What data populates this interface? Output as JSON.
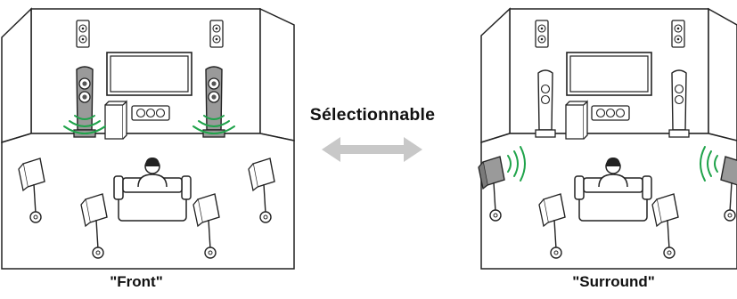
{
  "labels": {
    "front": "\"Front\"",
    "surround": "\"Surround\"",
    "selectable": "Sélectionnable"
  },
  "colors": {
    "line": "#222222",
    "active_speaker_fill": "#9a9a9a",
    "wave": "#1fa34a",
    "arrow": "#c8c8c8"
  }
}
